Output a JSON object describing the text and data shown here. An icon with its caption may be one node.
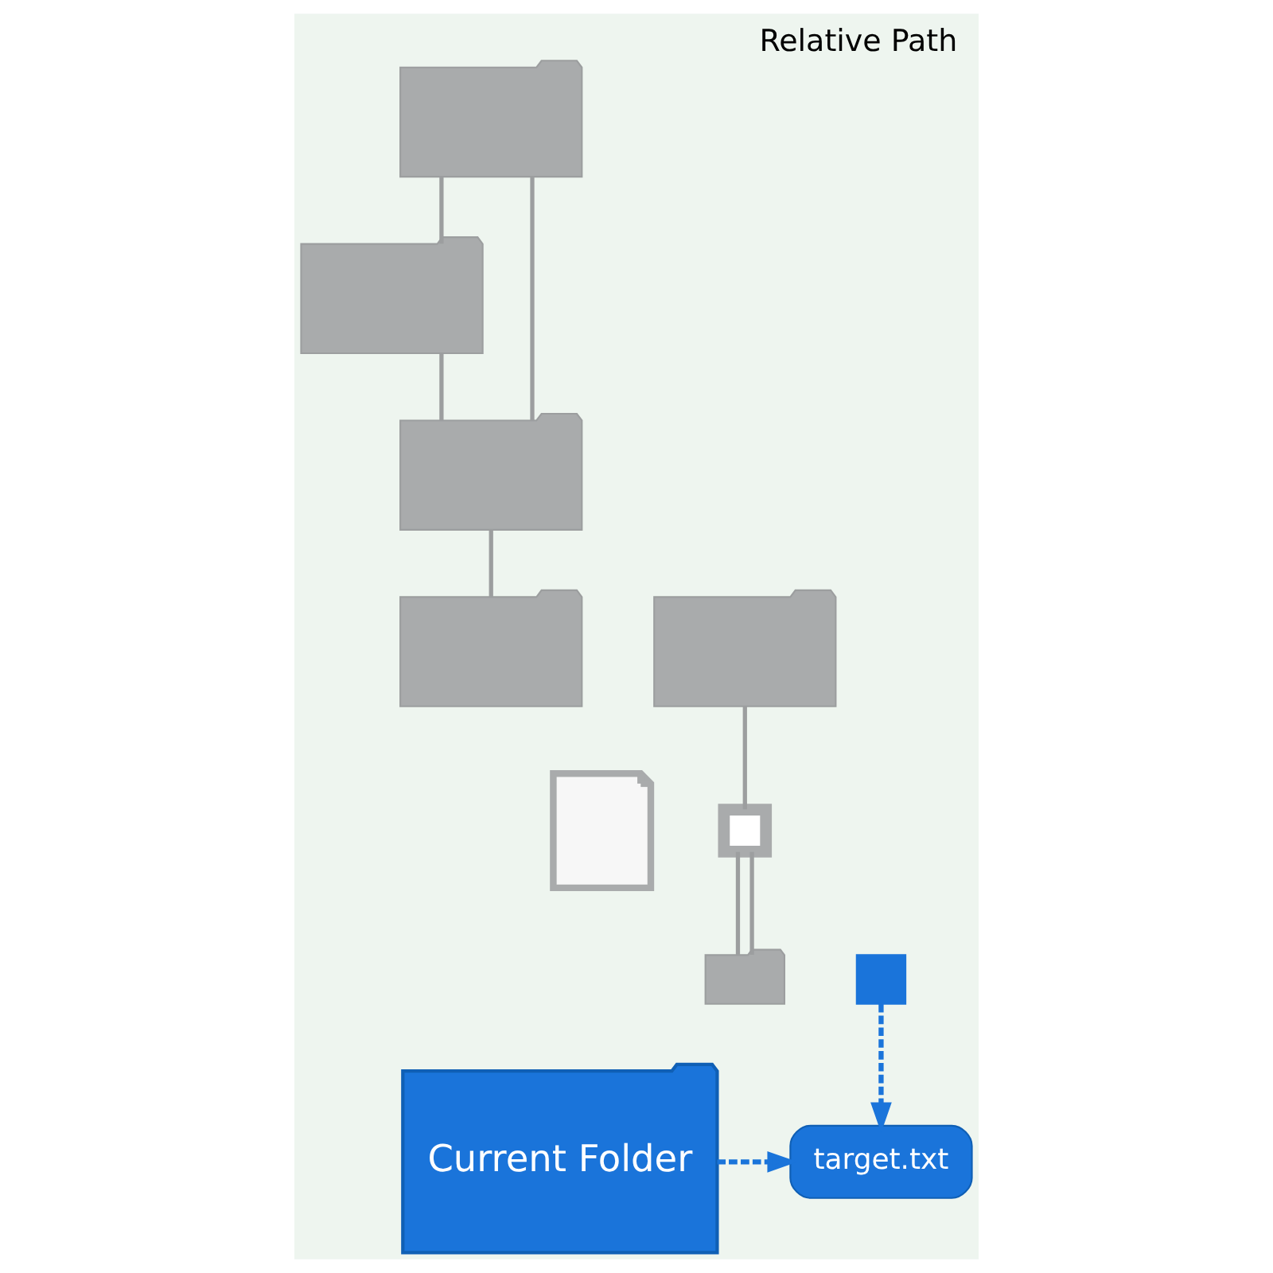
{
  "diagram": {
    "title": "Relative Path",
    "nodes": [
      {
        "text": [],
        "shape": "folder"
      },
      {
        "text": [],
        "shape": "folder"
      },
      {
        "text": [],
        "shape": "folder"
      },
      {
        "text": [],
        "shape": "folder"
      },
      {
        "text": [],
        "shape": "document"
      },
      {
        "text": [],
        "shape": "folder"
      },
      {
        "text": [],
        "shape": "square"
      },
      {
        "text": [],
        "shape": "square"
      },
      {
        "text": [],
        "shape": "folder"
      },
      {
        "text": [
          "Current Folder"
        ]
      },
      {
        "text": [
          "target.txt"
        ]
      }
    ],
    "edges": [
      {
        "from": 0,
        "to": 1,
        "arrow": "none"
      },
      {
        "from": 0,
        "to": 2,
        "arrow": "none"
      },
      {
        "from": 1,
        "to": 2,
        "arrow": "none"
      },
      {
        "from": 2,
        "to": 3,
        "arrow": "none"
      },
      {
        "from": 5,
        "to": 7,
        "arrow": "none"
      },
      {
        "from": 7,
        "to": 8,
        "arrow": "none"
      },
      {
        "from": 7,
        "to": 8,
        "arrow": "none"
      },
      {
        "from": 6,
        "to": 10,
        "arrow": "to",
        "style": "dashed",
        "color": "#1a74da"
      },
      {
        "from": 9,
        "to": 10,
        "arrow": "to",
        "style": "dashed",
        "color": "#1a74da"
      }
    ]
  }
}
